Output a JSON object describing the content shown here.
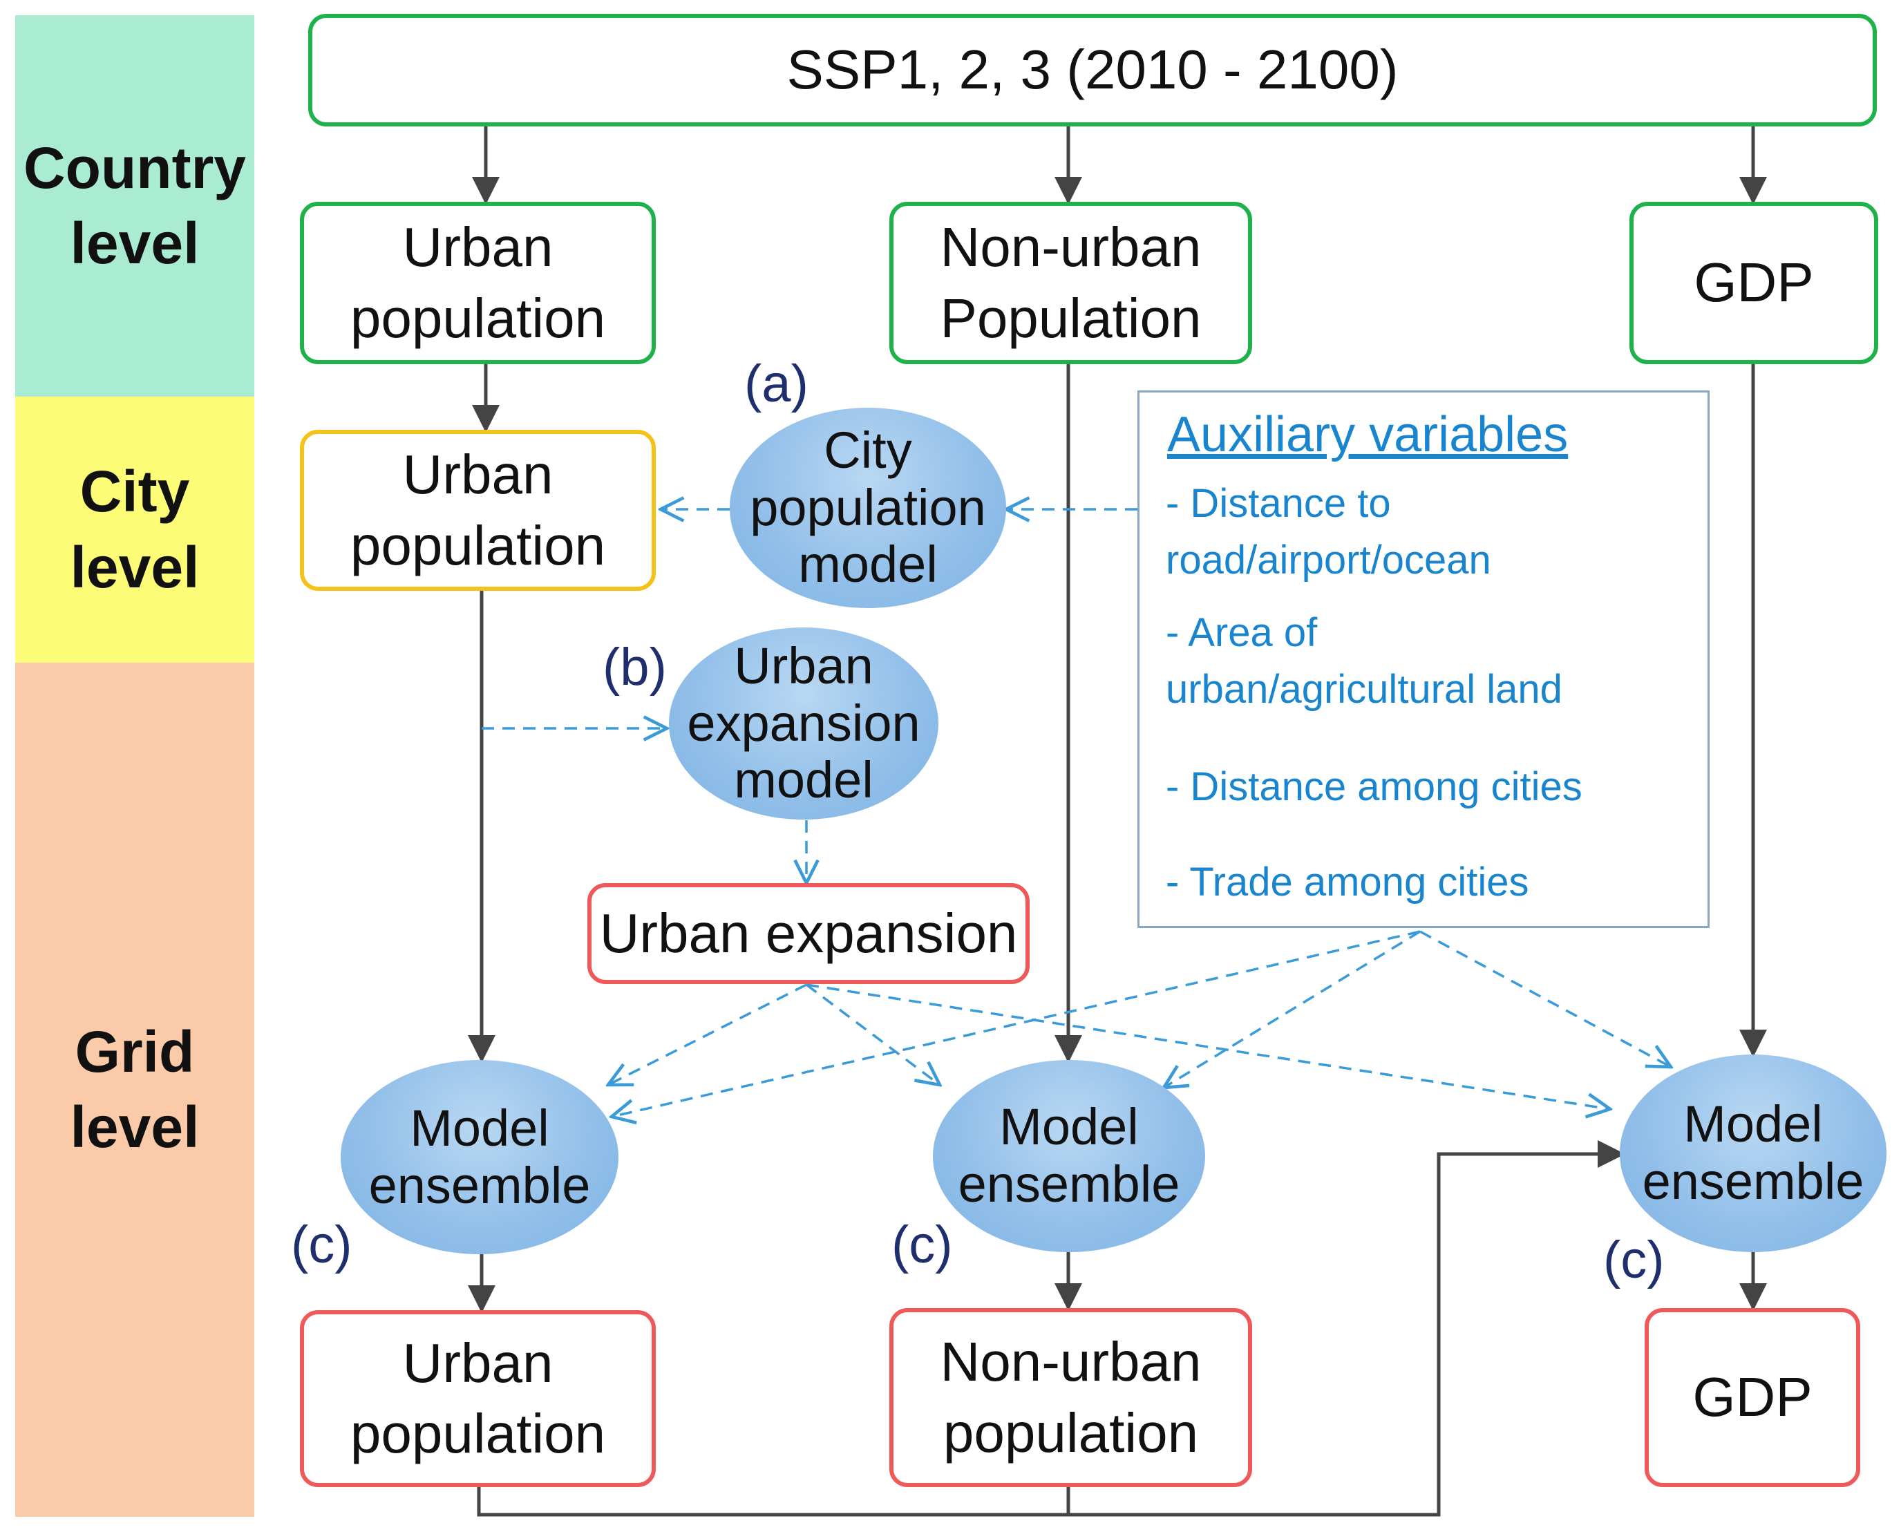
{
  "levels": [
    "Country\nlevel",
    "City\nlevel",
    "Grid\nlevel"
  ],
  "level_colors": [
    "#a9ecd2",
    "#fdfc77",
    "#fbcaa8"
  ],
  "top_box": "SSP1, 2, 3 (2010 - 2100)",
  "country": {
    "urban": "Urban\npopulation",
    "nonurban": "Non-urban\nPopulation",
    "gdp": "GDP"
  },
  "city": {
    "urban": "Urban\npopulation",
    "model_tag": "(a)",
    "model": "City\npopulation\nmodel"
  },
  "expansion": {
    "model_tag": "(b)",
    "model": "Urban\nexpansion\nmodel",
    "result": "Urban expansion"
  },
  "auxiliary": {
    "title": "Auxiliary variables",
    "items": [
      "- Distance to\n  road/airport/ocean",
      "- Area of\n  urban/agricultural  land",
      "- Distance among cities",
      "- Trade among cities"
    ]
  },
  "ensembles": [
    {
      "tag": "(c)",
      "label": "Model\nensemble"
    },
    {
      "tag": "(c)",
      "label": "Model\nensemble"
    },
    {
      "tag": "(c)",
      "label": "Model\nensemble"
    }
  ],
  "grid_outputs": {
    "urban": "Urban\npopulation",
    "nonurban": "Non-urban\npopulation",
    "gdp": "GDP"
  }
}
